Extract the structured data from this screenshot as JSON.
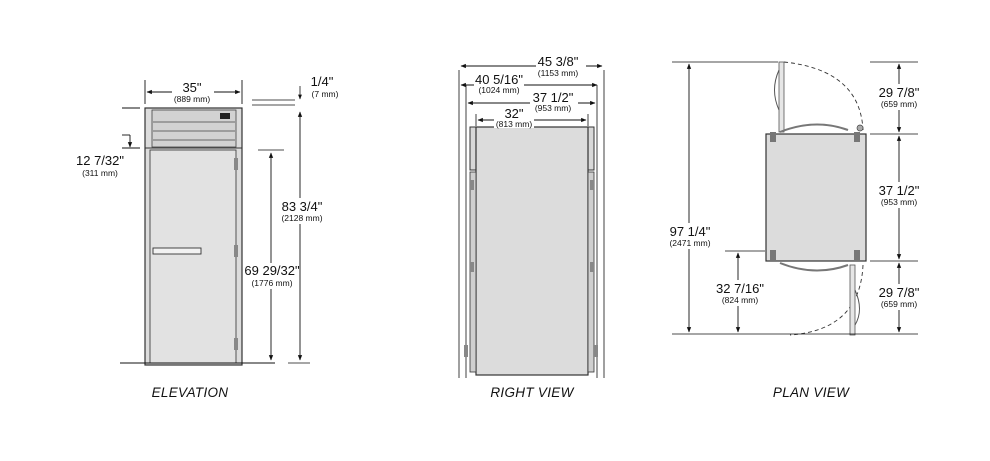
{
  "elevation": {
    "caption": "ELEVATION",
    "width_in": "35\"",
    "width_mm": "(889 mm)",
    "offset_in": "1/4\"",
    "offset_mm": "(7 mm)",
    "top_in": "12 7/32\"",
    "top_mm": "(311 mm)",
    "door_in": "69 29/32\"",
    "door_mm": "(1776 mm)",
    "total_in": "83 3/4\"",
    "total_mm": "(2128 mm)"
  },
  "right_view": {
    "caption": "RIGHT VIEW",
    "overall_in": "45 3/8\"",
    "overall_mm": "(1153 mm)",
    "d1_in": "40 5/16\"",
    "d1_mm": "(1024 mm)",
    "d2_in": "37 1/2\"",
    "d2_mm": "(953 mm)",
    "d3_in": "32\"",
    "d3_mm": "(813 mm)"
  },
  "plan_view": {
    "caption": "PLAN VIEW",
    "total_in": "97 1/4\"",
    "total_mm": "(2471 mm)",
    "swing_in": "29 7/8\"",
    "swing_mm": "(659 mm)",
    "depth_in": "37 1/2\"",
    "depth_mm": "(953 mm)",
    "lower_swing_in": "29 7/8\"",
    "lower_swing_mm": "(659 mm)",
    "door_clear_in": "32 7/16\"",
    "door_clear_mm": "(824 mm)"
  }
}
